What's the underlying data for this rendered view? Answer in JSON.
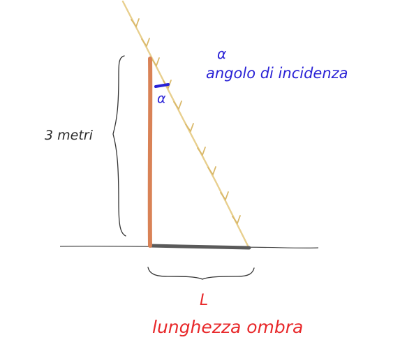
{
  "diagram": {
    "pole_height_label": "3 metri",
    "angle_symbol_top": "α",
    "angle_caption": "angolo di incidenza",
    "angle_symbol_small": "α",
    "shadow_symbol": "L",
    "shadow_caption": "lunghezza ombra"
  },
  "colors": {
    "pole": "#d98256",
    "shadow": "#5a5a5a",
    "ground": "#4a4a4a",
    "ray": "#e8cf8e",
    "blue_text": "#2a22d6",
    "red_text": "#e8282a",
    "brace": "#333333"
  }
}
